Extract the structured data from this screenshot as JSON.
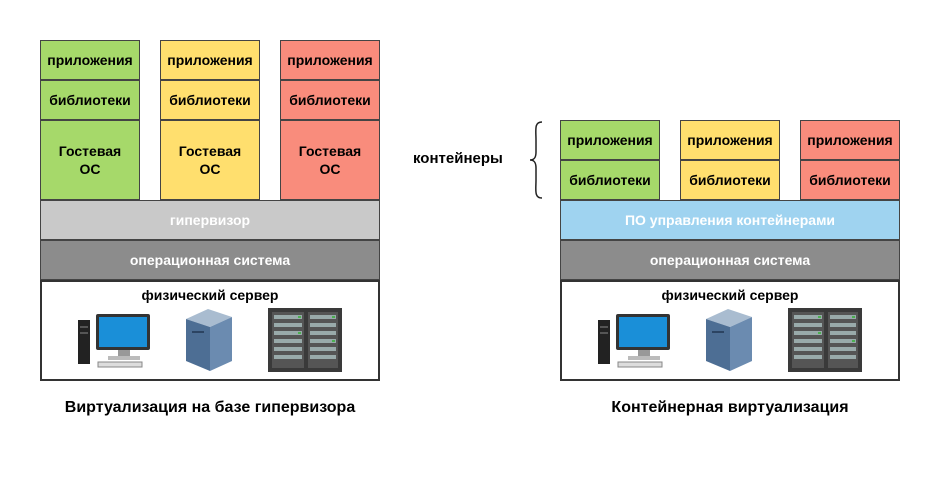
{
  "hypervisor_panel": {
    "columns": [
      {
        "app": "приложения",
        "lib": "библиотеки",
        "guest": "Гостевая\nОС"
      },
      {
        "app": "приложения",
        "lib": "библиотеки",
        "guest": "Гостевая\nОС"
      },
      {
        "app": "приложения",
        "lib": "библиотеки",
        "guest": "Гостевая\nОС"
      }
    ],
    "hypervisor": "гипервизор",
    "os": "операционная система",
    "server": "физический сервер",
    "caption": "Виртуализация на базе гипервизора"
  },
  "container_panel": {
    "containers_label": "контейнеры",
    "columns": [
      {
        "app": "приложения",
        "lib": "библиотеки"
      },
      {
        "app": "приложения",
        "lib": "библиотеки"
      },
      {
        "app": "приложения",
        "lib": "библиотеки"
      }
    ],
    "container_manager": "ПО управления контейнерами",
    "os": "операционная система",
    "server": "физический сервер",
    "caption": "Контейнерная виртуализация"
  },
  "colors": {
    "green": "#a6d96a",
    "yellow": "#ffdf6e",
    "red": "#f98c7c",
    "hypervisor": "#c9c9c9",
    "os": "#8c8c8c",
    "container_manager": "#9fd3f0"
  },
  "icons": [
    "desktop-computer-icon",
    "tower-server-icon",
    "rack-server-icon"
  ]
}
